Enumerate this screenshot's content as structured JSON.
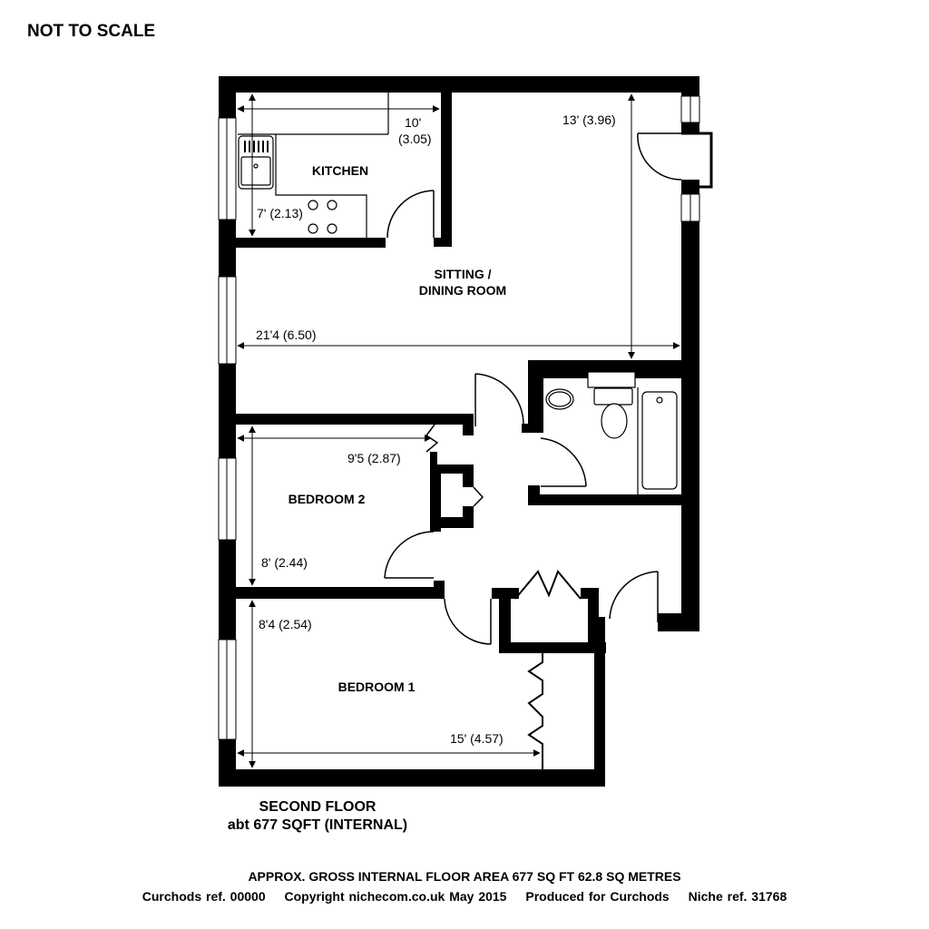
{
  "header": {
    "scale_note": "NOT TO SCALE"
  },
  "rooms": {
    "kitchen": {
      "name": "KITCHEN",
      "dim_width": "10'",
      "dim_width_m": "(3.05)",
      "dim_depth": "7' (2.13)"
    },
    "sitting": {
      "name_line1": "SITTING /",
      "name_line2": "DINING ROOM",
      "dim_width": "21'4 (6.50)",
      "dim_depth": "13' (3.96)"
    },
    "bedroom2": {
      "name": "BEDROOM 2",
      "dim_width": "9'5 (2.87)",
      "dim_depth": "8' (2.44)"
    },
    "bedroom1": {
      "name": "BEDROOM 1",
      "dim_width": "15' (4.57)",
      "dim_depth": "8'4 (2.54)"
    },
    "bathroom": {
      "fixtures": [
        "washbasin-icon",
        "toilet-icon",
        "bathtub-icon"
      ]
    }
  },
  "floor": {
    "name": "SECOND FLOOR",
    "area": "abt 677 SQFT (INTERNAL)"
  },
  "footer": {
    "area_line": "APPROX. GROSS INTERNAL FLOOR AREA 677 SQ FT 62.8 SQ METRES",
    "ref": "Curchods ref. 00000",
    "copyright": "Copyright nichecom.co.uk May 2015",
    "produced": "Produced for Curchods",
    "niche_ref": "Niche ref. 31768"
  },
  "colors": {
    "wall": "#000000",
    "background": "#ffffff",
    "dimension_line": "#333333"
  }
}
